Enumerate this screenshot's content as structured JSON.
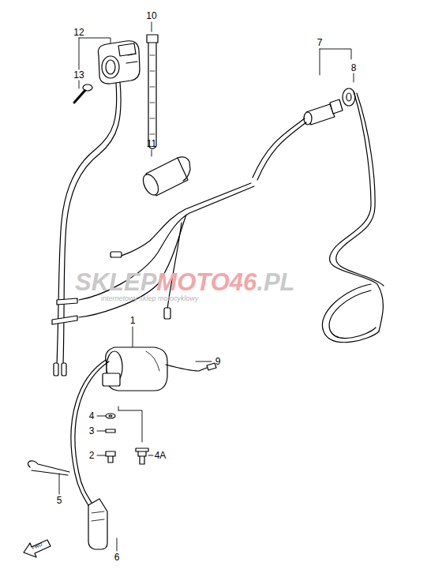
{
  "diagram": {
    "labels": [
      "12",
      "13",
      "11",
      "10",
      "7",
      "8",
      "1",
      "9",
      "4",
      "3",
      "2",
      "4A",
      "5",
      "6",
      "FWD",
      "SKLEP",
      "MOTO46",
      ".PL",
      "internetowy sklep motocyklowy"
    ]
  }
}
